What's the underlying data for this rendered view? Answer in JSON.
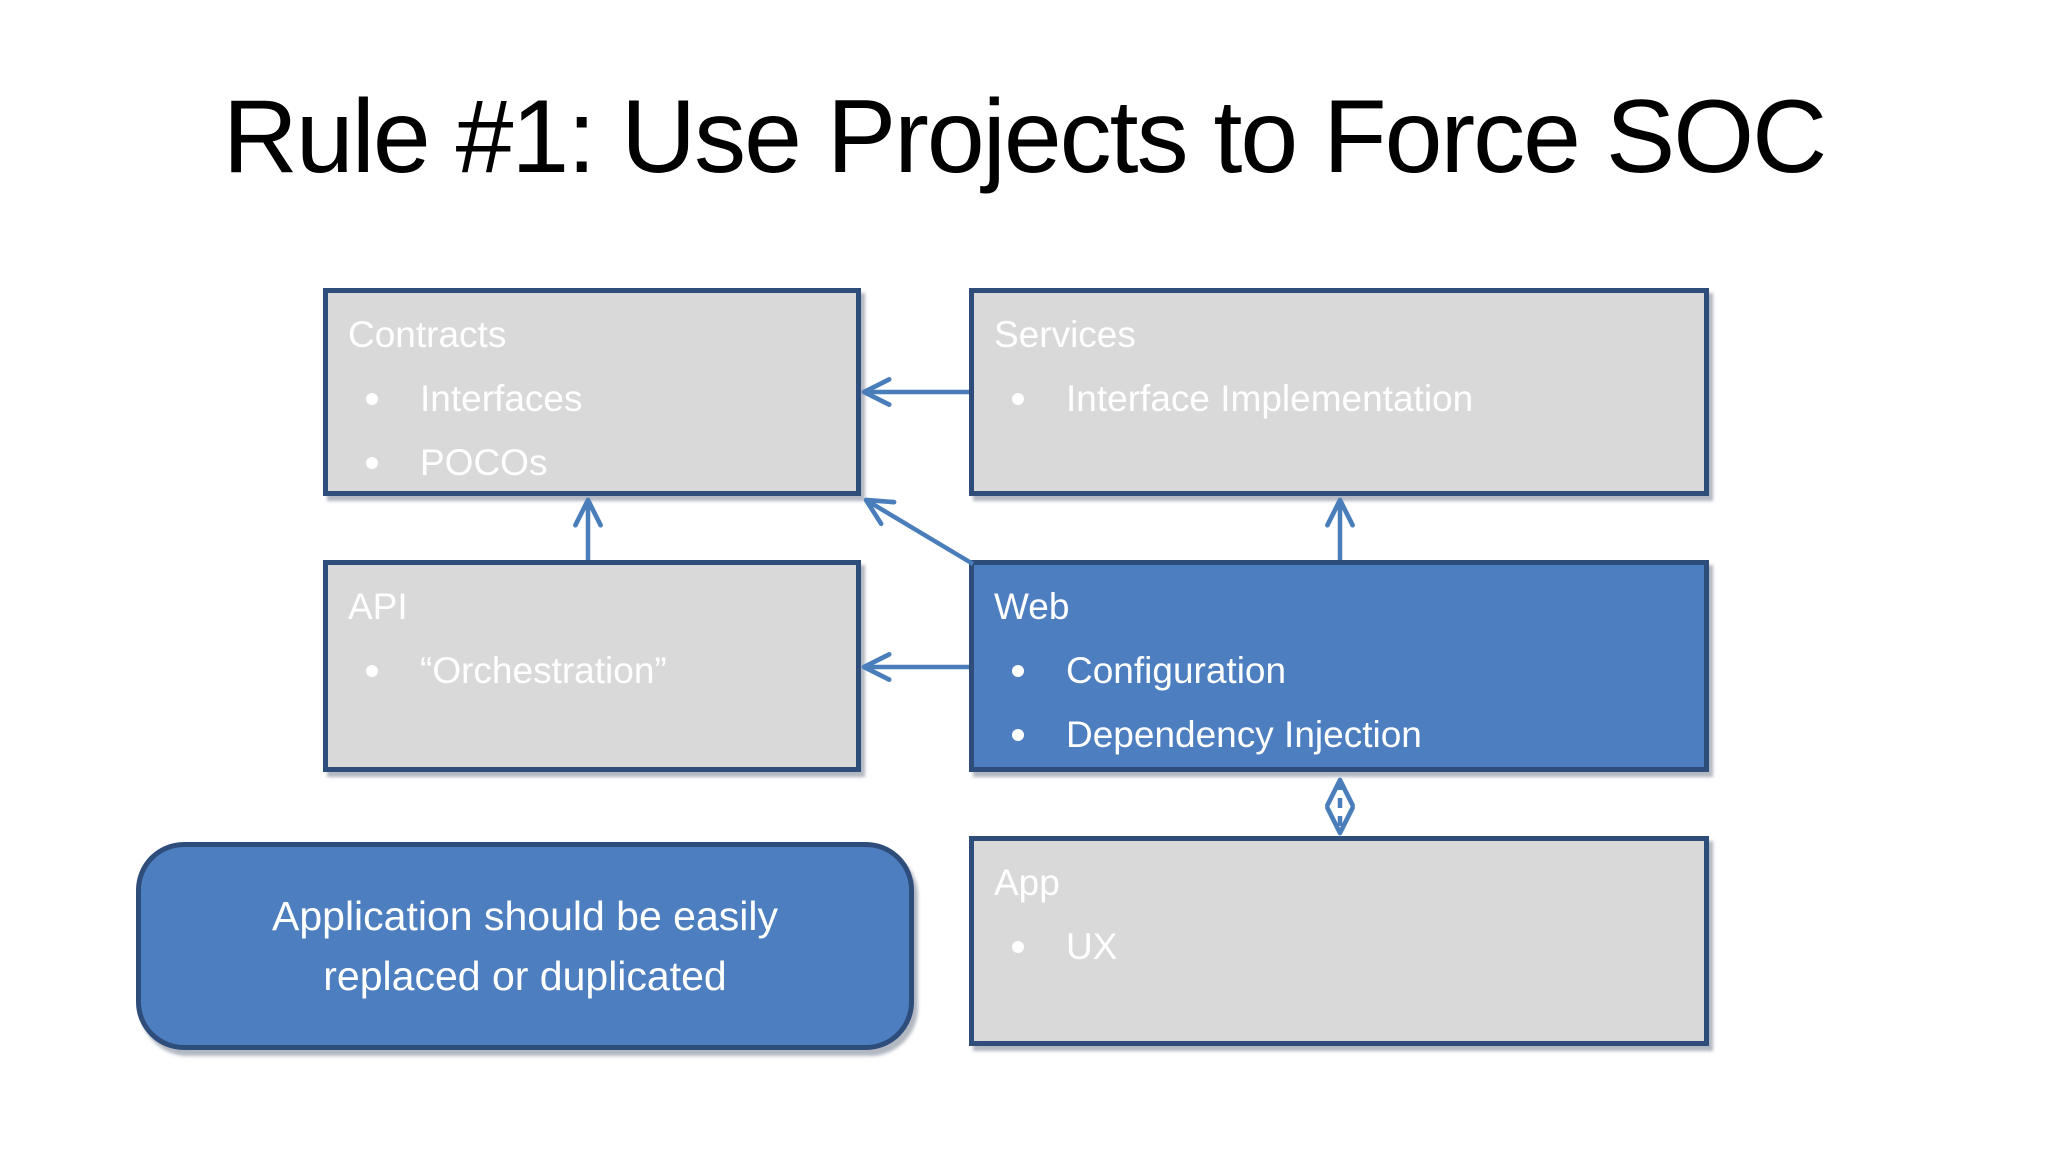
{
  "slide": {
    "title": "Rule #1: Use Projects to Force SOC"
  },
  "boxes": {
    "contracts": {
      "header": "Contracts",
      "items": [
        "Interfaces",
        "POCOs"
      ]
    },
    "services": {
      "header": "Services",
      "items": [
        "Interface Implementation"
      ]
    },
    "api": {
      "header": "API",
      "items": [
        "“Orchestration”"
      ]
    },
    "web": {
      "header": "Web",
      "items": [
        "Configuration",
        "Dependency Injection"
      ]
    },
    "app": {
      "header": "App",
      "items": [
        "UX"
      ]
    }
  },
  "callout": {
    "text": "Application should be easily replaced or duplicated"
  },
  "arrows": [
    {
      "from": "Services",
      "to": "Contracts",
      "style": "solid"
    },
    {
      "from": "API",
      "to": "Contracts",
      "style": "solid"
    },
    {
      "from": "Web",
      "to": "Contracts",
      "style": "solid"
    },
    {
      "from": "Web",
      "to": "Services",
      "style": "solid"
    },
    {
      "from": "Web",
      "to": "API",
      "style": "solid"
    },
    {
      "from": "Web",
      "to": "App",
      "style": "dashed-double-headed"
    }
  ],
  "colors": {
    "background": "#FFFFFF",
    "title_text": "#000000",
    "box_gray_fill": "#D9D9D9",
    "box_blue_fill": "#4D7EBF",
    "box_border": "#2E4D7B",
    "box_text": "#FFFFFF",
    "arrow": "#4A7EBB"
  }
}
